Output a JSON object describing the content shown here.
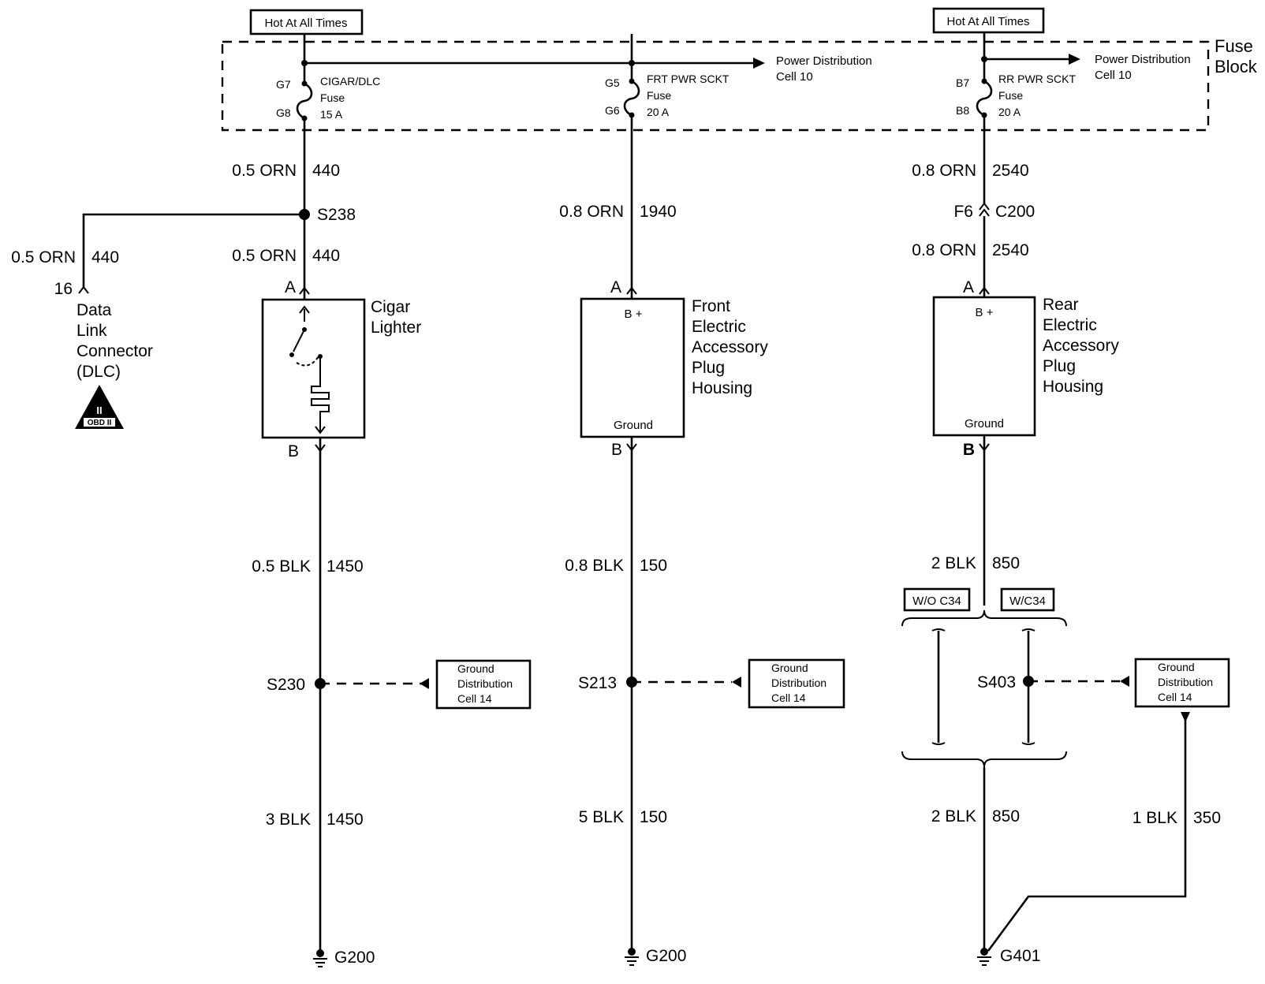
{
  "hot_labels": [
    "Hot At All Times",
    "Hot At All Times"
  ],
  "fuse_block": {
    "line1": "Fuse",
    "line2": "Block"
  },
  "power_dist": [
    {
      "line1": "Power Distribution",
      "line2": "Cell 10"
    },
    {
      "line1": "Power Distribution",
      "line2": "Cell 10"
    }
  ],
  "fuses": [
    {
      "top_term": "G7",
      "bottom_term": "G8",
      "name": "CIGAR/DLC",
      "word": "Fuse",
      "rating": "15 A"
    },
    {
      "top_term": "G5",
      "bottom_term": "G6",
      "name": "FRT PWR SCKT",
      "word": "Fuse",
      "rating": "20 A"
    },
    {
      "top_term": "B7",
      "bottom_term": "B8",
      "name": "RR PWR SCKT",
      "word": "Fuse",
      "rating": "20 A"
    }
  ],
  "wires": {
    "w1": {
      "gauge": "0.5 ORN",
      "circuit": "440"
    },
    "w2": {
      "gauge": "0.5 ORN",
      "circuit": "440"
    },
    "w3": {
      "gauge": "0.5 ORN",
      "circuit": "440"
    },
    "w4": {
      "gauge": "0.8 ORN",
      "circuit": "1940"
    },
    "w5": {
      "gauge": "0.8 ORN",
      "circuit": "2540"
    },
    "w6": {
      "gauge": "0.8 ORN",
      "circuit": "2540"
    },
    "w7": {
      "gauge": "0.5 BLK",
      "circuit": "1450"
    },
    "w8": {
      "gauge": "3 BLK",
      "circuit": "1450"
    },
    "w9": {
      "gauge": "0.8 BLK",
      "circuit": "150"
    },
    "w10": {
      "gauge": "5 BLK",
      "circuit": "150"
    },
    "w11": {
      "gauge": "2 BLK",
      "circuit": "850"
    },
    "w12": {
      "gauge": "2 BLK",
      "circuit": "850"
    },
    "w13": {
      "gauge": "1 BLK",
      "circuit": "350"
    }
  },
  "splices": {
    "s238": "S238",
    "s230": "S230",
    "s213": "S213",
    "s403": "S403"
  },
  "connector_c200": {
    "pin": "F6",
    "name": "C200"
  },
  "pins": {
    "a1": "A",
    "b1": "B",
    "a2": "A",
    "b2": "B",
    "a3": "A",
    "b3": "B",
    "dlc_pin": "16"
  },
  "dlc": {
    "lines": [
      "Data",
      "Link",
      "Connector",
      "(DLC)"
    ],
    "badge_numeral": "II",
    "badge_text": "OBD II"
  },
  "components": {
    "cigar": {
      "lines": [
        "Cigar",
        "Lighter"
      ]
    },
    "front": {
      "lines": [
        "Front",
        "Electric",
        "Accessory",
        "Plug",
        "Housing"
      ],
      "bplus": "B +",
      "ground": "Ground"
    },
    "rear": {
      "lines": [
        "Rear",
        "Electric",
        "Accessory",
        "Plug",
        "Housing"
      ],
      "bplus": "B +",
      "ground": "Ground"
    }
  },
  "options": {
    "wo": "W/O C34",
    "w": "W/C34"
  },
  "ground_dist": [
    {
      "lines": [
        "Ground",
        "Distribution",
        "Cell 14"
      ]
    },
    {
      "lines": [
        "Ground",
        "Distribution",
        "Cell 14"
      ]
    },
    {
      "lines": [
        "Ground",
        "Distribution",
        "Cell 14"
      ]
    }
  ],
  "grounds": {
    "g1": "G200",
    "g2": "G200",
    "g3": "G401"
  }
}
